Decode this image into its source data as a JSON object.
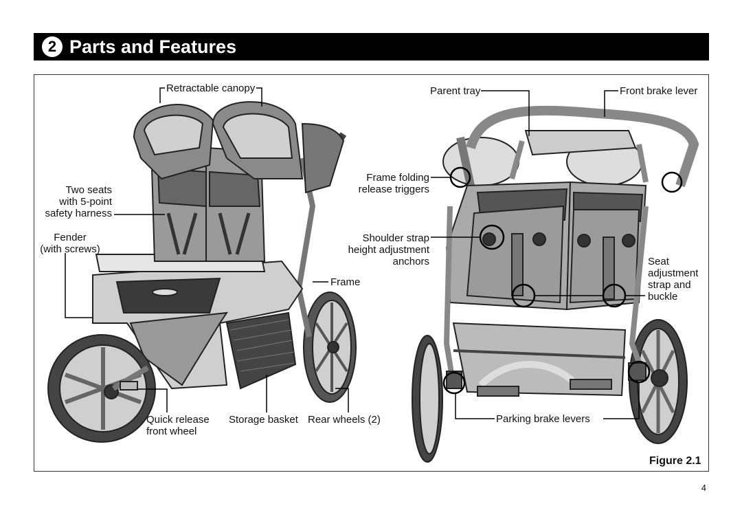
{
  "header": {
    "section_number": "2",
    "title": "Parts and Features"
  },
  "labels": {
    "retractable_canopy": "Retractable canopy",
    "two_seats_line1": "Two seats",
    "two_seats_line2": "with 5-point",
    "two_seats_line3": "safety harness",
    "fender_line1": "Fender",
    "fender_line2": "(with screws)",
    "quick_release_line1": "Quick release",
    "quick_release_line2": "front wheel",
    "storage_basket": "Storage basket",
    "rear_wheels": "Rear wheels (2)",
    "frame": "Frame",
    "parent_tray": "Parent tray",
    "front_brake_lever": "Front brake lever",
    "frame_folding_line1": "Frame folding",
    "frame_folding_line2": "release triggers",
    "shoulder_strap_line1": "Shoulder strap",
    "shoulder_strap_line2": "height adjustment",
    "shoulder_strap_line3": "anchors",
    "seat_adj_line1": "Seat",
    "seat_adj_line2": "adjustment",
    "seat_adj_line3": "strap and",
    "seat_adj_line4": "buckle",
    "parking_brake_levers": "Parking brake levers"
  },
  "figure_caption": "Figure 2.1",
  "page_number": "4"
}
